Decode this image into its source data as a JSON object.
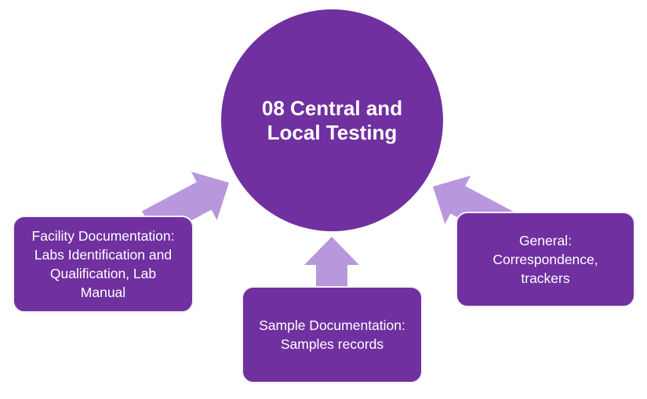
{
  "colors": {
    "node_fill": "#7030A0",
    "arrow_fill": "#B897DC",
    "label_text": "#FFFFFF",
    "background": "#FFFFFF"
  },
  "diagram": {
    "center": {
      "label_lines": [
        "08 Central and",
        "Local Testing"
      ]
    },
    "nodes": [
      {
        "id": "facility-documentation",
        "label_lines": [
          "Facility Documentation:",
          "Labs Identification and",
          "Qualification, Lab",
          "Manual"
        ]
      },
      {
        "id": "sample-documentation",
        "label_lines": [
          "Sample Documentation:",
          "Samples records"
        ]
      },
      {
        "id": "general",
        "label_lines": [
          "General:",
          "Correspondence,",
          "trackers"
        ]
      }
    ],
    "arrows": [
      {
        "name": "facility-documentation-to-center",
        "direction": "up-right"
      },
      {
        "name": "sample-documentation-to-center",
        "direction": "up"
      },
      {
        "name": "general-to-center",
        "direction": "up-left"
      }
    ]
  }
}
